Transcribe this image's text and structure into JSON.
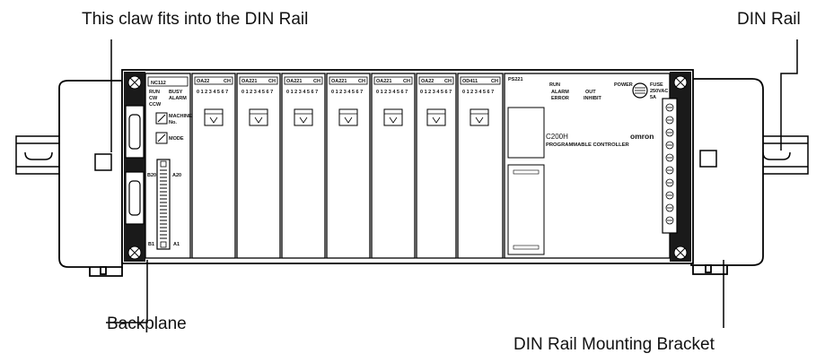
{
  "callouts": {
    "claw": "This claw fits into the DIN Rail",
    "din_rail": "DIN Rail",
    "backplane": "Backplane",
    "bracket": "DIN Rail Mounting Bracket"
  },
  "cpu_module": {
    "model": "NC112",
    "run_label": "RUN",
    "busy_label": "BUSY",
    "cw_label": "CW",
    "ccw_label": "CCW",
    "alarm_label": "ALARM",
    "machine_label": "MACHINE",
    "no_label": "No.",
    "mode_label": "MODE",
    "b20_label": "B20",
    "a20_label": "A20",
    "b1_label": "B1",
    "a1_label": "A1"
  },
  "io_modules": [
    {
      "name": "OA22",
      "ch": "CH",
      "bits": "0 1 2 3 4 5 6 7"
    },
    {
      "name": "OA221",
      "ch": "CH",
      "bits": "0 1 2 3 4 5 6 7"
    },
    {
      "name": "OA221",
      "ch": "CH",
      "bits": "0 1 2 3 4 5 6 7"
    },
    {
      "name": "OA221",
      "ch": "CH",
      "bits": "0 1 2 3 4 5 6 7"
    },
    {
      "name": "OA221",
      "ch": "CH",
      "bits": "0 1 2 3 4 5 6 7"
    },
    {
      "name": "OA22",
      "ch": "CH",
      "bits": "0 1 2 3 4 5 6 7"
    },
    {
      "name": "OD411",
      "ch": "CH",
      "bits": "0 1 2 3 4 5 6 7"
    }
  ],
  "power_cpu": {
    "model": "PS221",
    "run": "RUN",
    "alarm": "ALARM",
    "error": "ERROR",
    "out": "OUT",
    "inhibit": "INHIBIT",
    "power": "POWER",
    "fuse": "FUSE",
    "voltage": "250VAC",
    "amps": "5A",
    "brand": "omron",
    "title": "C200H",
    "subtitle": "PROGRAMMABLE CONTROLLER"
  }
}
